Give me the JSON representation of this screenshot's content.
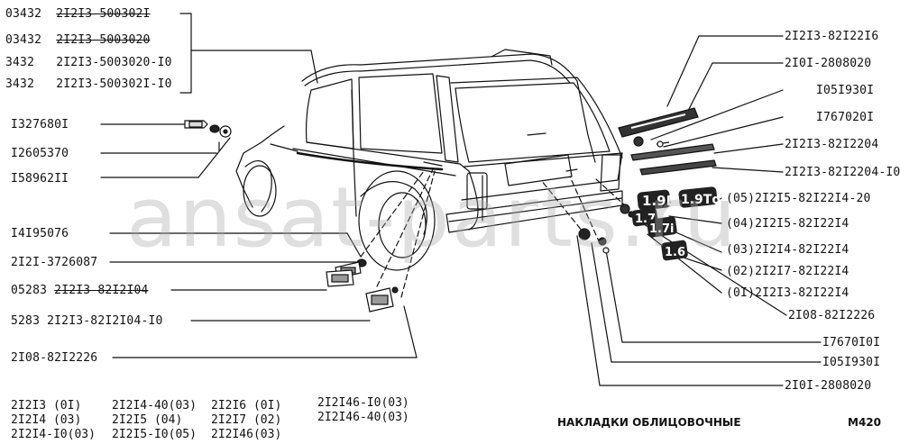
{
  "top_left_labels": [
    {
      "prefix": "03432",
      "code": "2I2I3-500302I",
      "struck": true
    },
    {
      "prefix": "03432",
      "code": "2I2I3-5003020",
      "struck": true
    },
    {
      "prefix": "3432",
      "code": "2I2I3-5003020-I0",
      "struck": false
    },
    {
      "prefix": "3432",
      "code": "2I2I3-500302I-I0",
      "struck": false
    }
  ],
  "left_labels": {
    "l1": "I327680I",
    "l2": "I2605370",
    "l3": "I58962II",
    "l4": "I4I95076",
    "l5": "2I2I-3726087",
    "l6_prefix": "05283",
    "l6_code": "2I2I3-82I2I04",
    "l7": "5283 2I2I3-82I2I04-I0",
    "l8": "2I08-82I2226"
  },
  "right_labels": [
    "2I2I3-82I22I6",
    "2I0I-2808020",
    "I05I930I",
    "I767020I",
    "2I2I3-82I2204",
    "2I2I3-82I2204-I0",
    "(05)2I2I5-82I22I4-20",
    "(04)2I2I5-82I22I4",
    "(03)2I2I4-82I22I4",
    "(02)2I2I7-82I22I4",
    "(0I)2I2I3-82I22I4",
    "2I08-82I2226",
    "I7670I0I",
    "I05I930I",
    "2I0I-2808020"
  ],
  "bottom_table": {
    "col1": [
      "2I2I3    (0I)",
      "2I2I4    (03)",
      "2I2I4-I0(03)"
    ],
    "col2": [
      "2I2I4-40(03)",
      "2I2I5    (04)",
      "2I2I5-I0(05)"
    ],
    "col3": [
      "2I2I6 (0I)",
      "2I2I7 (02)",
      "2I2I46(03)"
    ],
    "col4": [
      "2I2I46-I0(03)",
      "2I2I46-40(03)"
    ]
  },
  "title": "НАКЛАДКИ ОБЛИЦОВОЧНЫЕ",
  "page_code": "М420",
  "watermark": "ansat-parts.ru",
  "badges": [
    "1.9D",
    "1.9Td",
    "1.7",
    "1.7i",
    "1.6"
  ]
}
